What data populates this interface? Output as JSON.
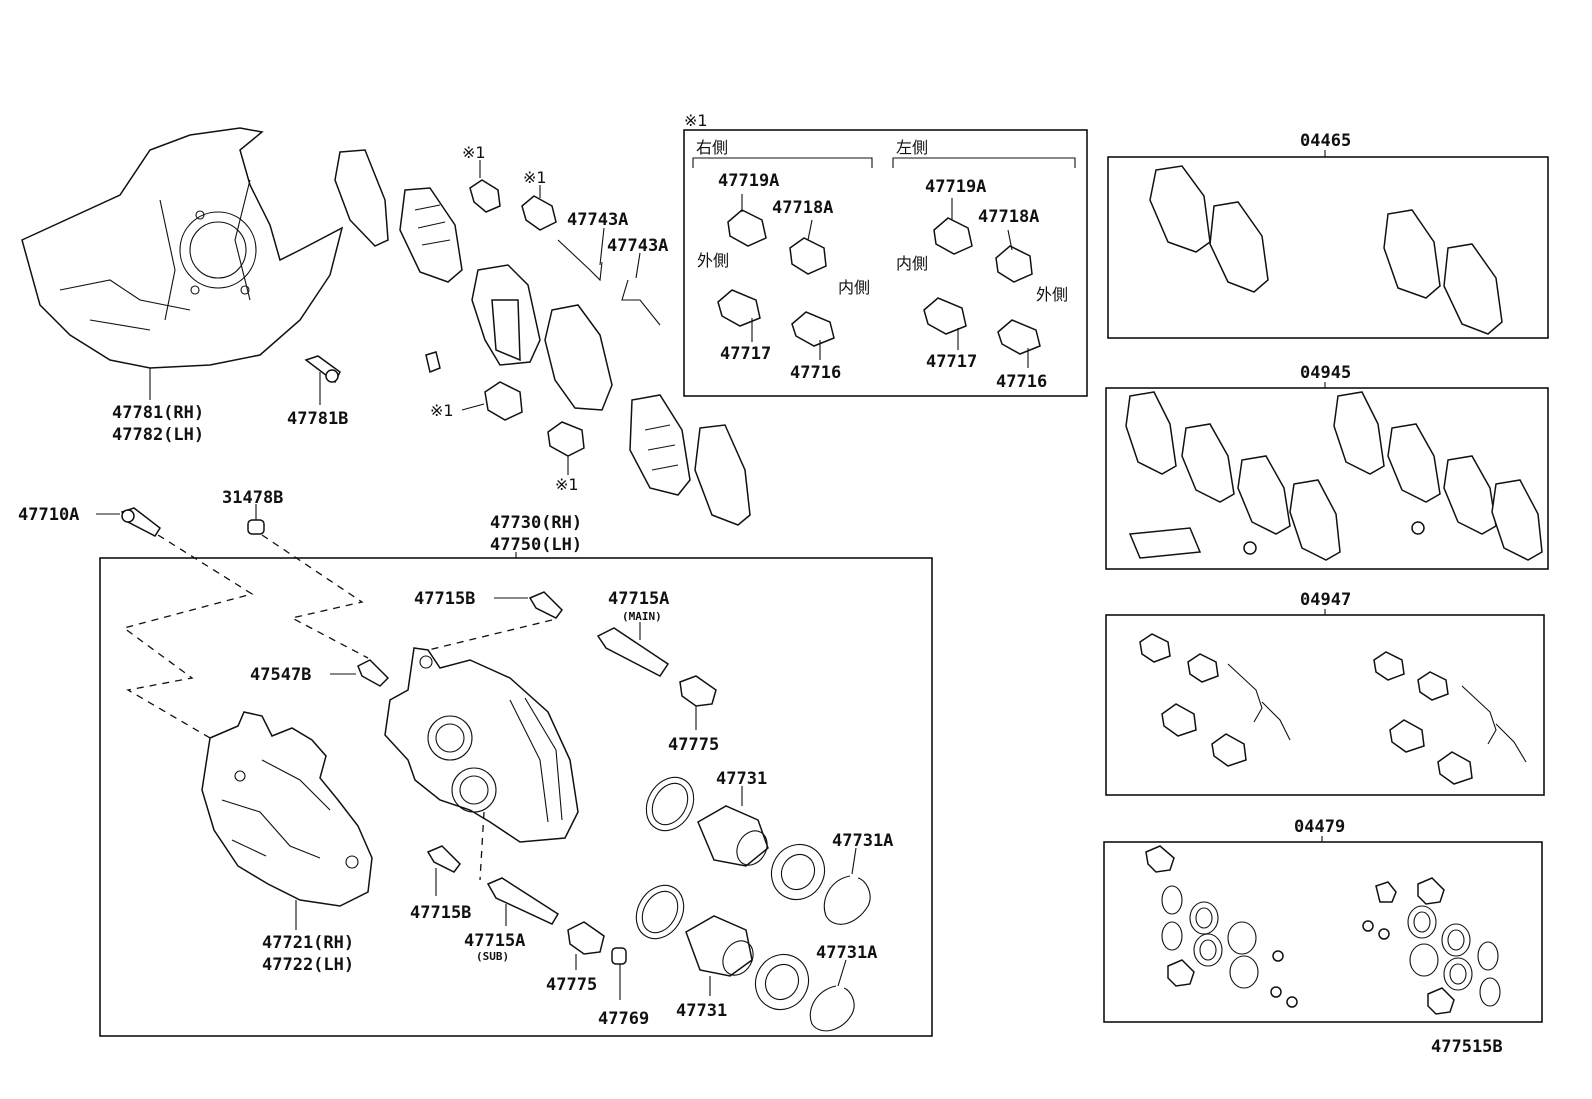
{
  "labels": {
    "shield_rh": "47781(RH)",
    "shield_lh": "47782(LH)",
    "bolt_shield": "47781B",
    "bolt_mount": "47710A",
    "bleeder_cap": "31478B",
    "cyl_rh": "47730(RH)",
    "cyl_lh": "47750(LH)",
    "pin_bolt_top": "47715B",
    "pin_main": "47715A",
    "pin_main_note": "(MAIN)",
    "bleeder_plug": "47547B",
    "boot_top": "47775",
    "piston_top": "47731",
    "ring_top": "47731A",
    "torque_rh": "47721(RH)",
    "torque_lh": "47722(LH)",
    "pin_bolt_bottom": "47715B",
    "pin_sub": "47715A",
    "pin_sub_note": "(SUB)",
    "boot_bottom": "47775",
    "bushing": "47769",
    "piston_bottom": "47731",
    "ring_bottom": "47731A",
    "wear_ind_1": "47743A",
    "wear_ind_2": "47743A",
    "mark1": "※1",
    "mark_a": "※1",
    "mark_b": "※1",
    "mark_c": "※1",
    "mark_d": "※1",
    "diagram_id": "477515B"
  },
  "detail_box": {
    "mark": "※1",
    "right_side": "右側",
    "left_side": "左側",
    "r_top": "47719A",
    "r_mid": "47718A",
    "r_outer": "外側",
    "r_inner": "内側",
    "r_low1": "47717",
    "r_low2": "47716",
    "l_top": "47719A",
    "l_mid": "47718A",
    "l_inner": "内側",
    "l_outer": "外側",
    "l_low1": "47717",
    "l_low2": "47716"
  },
  "kits": [
    {
      "number": "04465"
    },
    {
      "number": "04945"
    },
    {
      "number": "04947"
    },
    {
      "number": "04479"
    }
  ]
}
